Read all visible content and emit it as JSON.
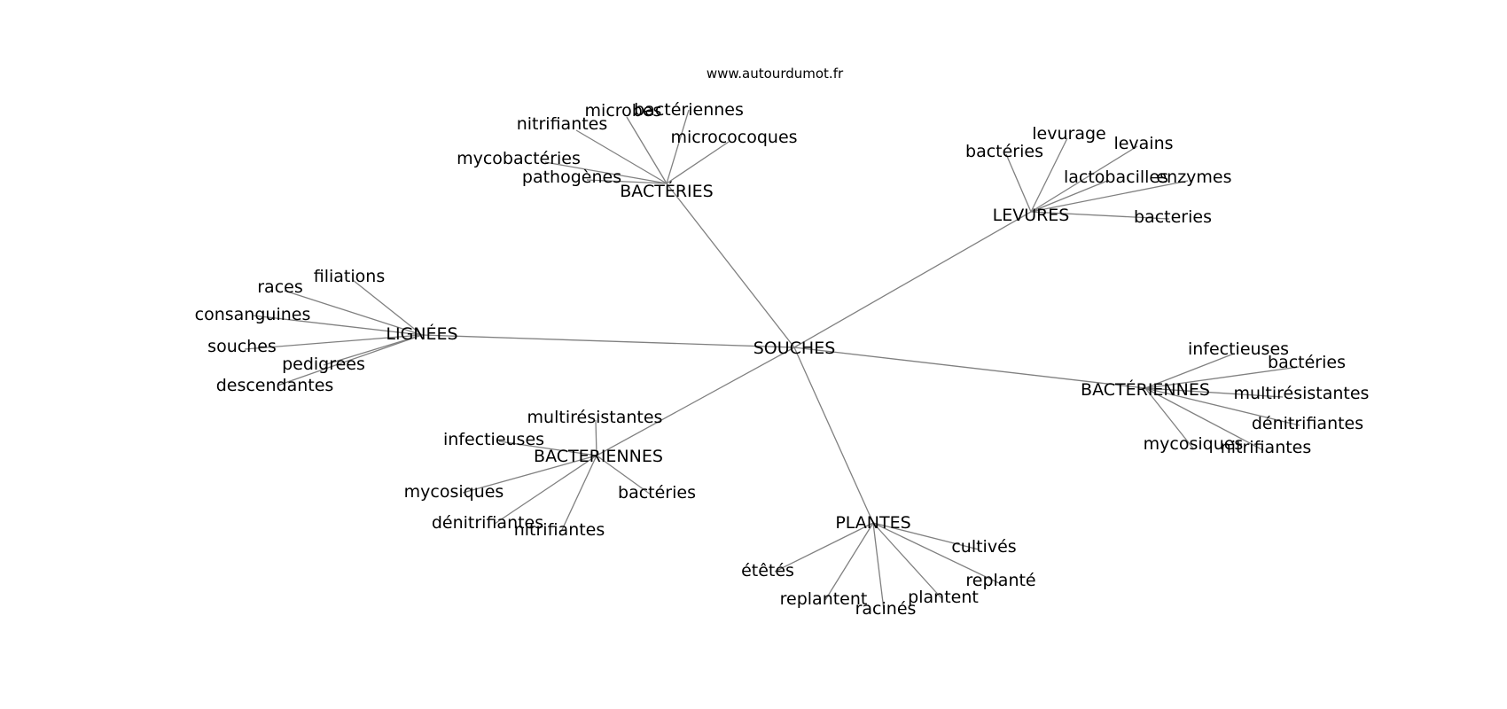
{
  "site_label": "www.autourdumot.fr",
  "center": {
    "id": "souches",
    "label": "SOUCHES"
  },
  "groups": [
    {
      "id": "bacteries-top",
      "label": "BACTÉRIES",
      "leaves": [
        {
          "id": "mycobacteries",
          "label": "mycobactéries"
        },
        {
          "id": "nitrifiantes",
          "label": "nitrifiantes"
        },
        {
          "id": "microbes",
          "label": "microbes"
        },
        {
          "id": "bacteriennes",
          "label": "bactériennes"
        },
        {
          "id": "micrococoques",
          "label": "micrococoques"
        },
        {
          "id": "pathogenes",
          "label": "pathogènes"
        }
      ]
    },
    {
      "id": "levures",
      "label": "LEVURES",
      "leaves": [
        {
          "id": "bacteries",
          "label": "bactéries"
        },
        {
          "id": "levurage",
          "label": "levurage"
        },
        {
          "id": "levains",
          "label": "levains"
        },
        {
          "id": "lactobacilles",
          "label": "lactobacilles"
        },
        {
          "id": "enzymes",
          "label": "enzymes"
        },
        {
          "id": "bacteries-plain",
          "label": "bacteries"
        }
      ]
    },
    {
      "id": "lignees",
      "label": "LIGNÉES",
      "leaves": [
        {
          "id": "filiations",
          "label": "filiations"
        },
        {
          "id": "races",
          "label": "races"
        },
        {
          "id": "consanguines",
          "label": "consanguines"
        },
        {
          "id": "souches",
          "label": "souches"
        },
        {
          "id": "pedigrees",
          "label": "pedigrees"
        },
        {
          "id": "descendantes",
          "label": "descendantes"
        }
      ]
    },
    {
      "id": "bacteriennes-right",
      "label": "BACTÉRIENNES",
      "leaves": [
        {
          "id": "infectieuses",
          "label": "infectieuses"
        },
        {
          "id": "bacteries",
          "label": "bactéries"
        },
        {
          "id": "multiresistantes",
          "label": "multirésistantes"
        },
        {
          "id": "denitrifiantes",
          "label": "dénitrifiantes"
        },
        {
          "id": "mycosiques",
          "label": "mycosiques"
        },
        {
          "id": "nitrifiantes",
          "label": "nitrifiantes"
        }
      ]
    },
    {
      "id": "bacteriennes-left",
      "label": "BACTERIENNES",
      "leaves": [
        {
          "id": "multiresistantes",
          "label": "multirésistantes"
        },
        {
          "id": "infectieuses",
          "label": "infectieuses"
        },
        {
          "id": "mycosiques",
          "label": "mycosiques"
        },
        {
          "id": "denitrifiantes",
          "label": "dénitrifiantes"
        },
        {
          "id": "nitrifiantes",
          "label": "nitrifiantes"
        },
        {
          "id": "bacteries",
          "label": "bactéries"
        }
      ]
    },
    {
      "id": "plantes",
      "label": "PLANTES",
      "leaves": [
        {
          "id": "etetes",
          "label": "étêtés"
        },
        {
          "id": "replantent",
          "label": "replantent"
        },
        {
          "id": "racines",
          "label": "racinés"
        },
        {
          "id": "plantent",
          "label": "plantent"
        },
        {
          "id": "replante",
          "label": "replanté"
        },
        {
          "id": "cultives",
          "label": "cultivés"
        }
      ]
    }
  ],
  "colors": {
    "edge": "#808080",
    "text": "#000000",
    "background": "#ffffff"
  }
}
